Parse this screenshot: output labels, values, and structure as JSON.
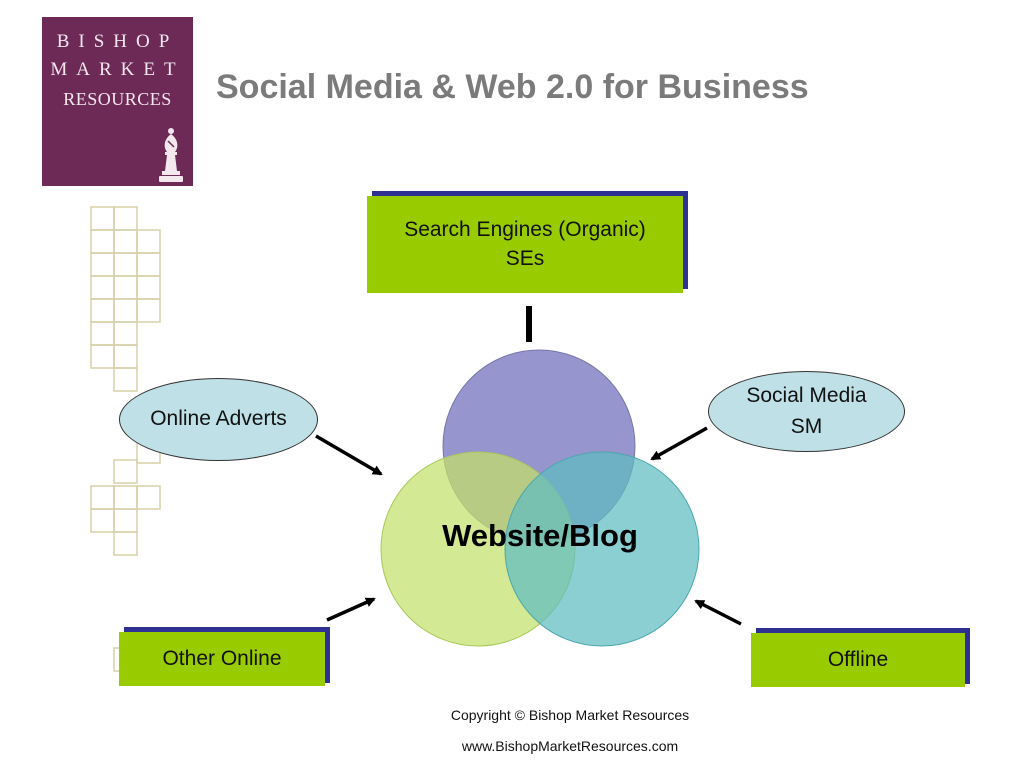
{
  "logo": {
    "line1": "BISHOP",
    "line2": "MARKET",
    "line3": "RESOURCES"
  },
  "title": "Social Media & Web 2.0 for Business",
  "boxes": {
    "search_engines": {
      "line1": "Search Engines (Organic)",
      "line2": "SEs"
    },
    "other_online": "Other Online",
    "offline": "Offline"
  },
  "ellipses": {
    "online_adverts": "Online Adverts",
    "social_media": {
      "line1": "Social Media",
      "line2": "SM"
    }
  },
  "center": "Website/Blog",
  "footer": {
    "copyright": "Copyright  ©  Bishop Market Resources",
    "url": "www.BishopMarketResources.com"
  },
  "colors": {
    "logo_bg": "#6e2a56",
    "box_green": "#99cc00",
    "box_shadow": "#2e3192",
    "ellipse_fill": "#bfe0e6",
    "circle_purple": "#8c89c8",
    "circle_lime": "#c4e06a",
    "circle_teal": "#6cc4c6",
    "title_gray": "#7b7b7b"
  }
}
